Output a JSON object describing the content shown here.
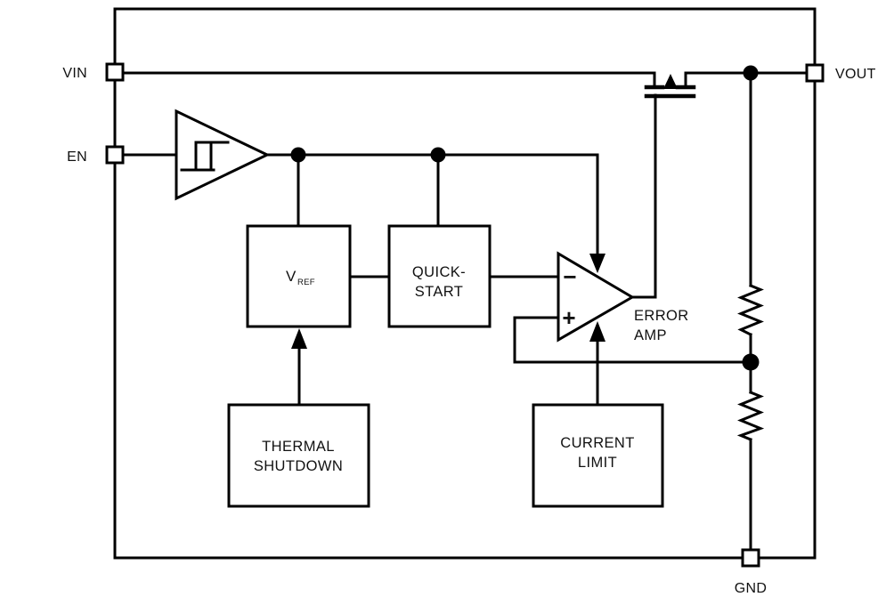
{
  "colors": {
    "background": "#ffffff",
    "line": "#000000",
    "text": "#111111"
  },
  "pins": {
    "vin": {
      "label": "VIN"
    },
    "en": {
      "label": "EN"
    },
    "vout": {
      "label": "VOUT"
    },
    "gnd": {
      "label": "GND"
    }
  },
  "blocks": {
    "vref": {
      "label": "V",
      "subscript": "REF"
    },
    "quick_start": {
      "line1": "QUICK-",
      "line2": "START"
    },
    "thermal_shutdown": {
      "line1": "THERMAL",
      "line2": "SHUTDOWN"
    },
    "current_limit": {
      "line1": "CURRENT",
      "line2": "LIMIT"
    },
    "error_amp": {
      "line1": "ERROR",
      "line2": "AMP",
      "inverting_input": "−",
      "noninverting_input": "+"
    }
  },
  "icons": {
    "enable_comparator": "hysteresis-comparator-icon",
    "pass_transistor": "pmos-transistor-icon",
    "feedback_resistors": "resistor-divider-icon",
    "junction_dot": "connection-dot-icon"
  }
}
